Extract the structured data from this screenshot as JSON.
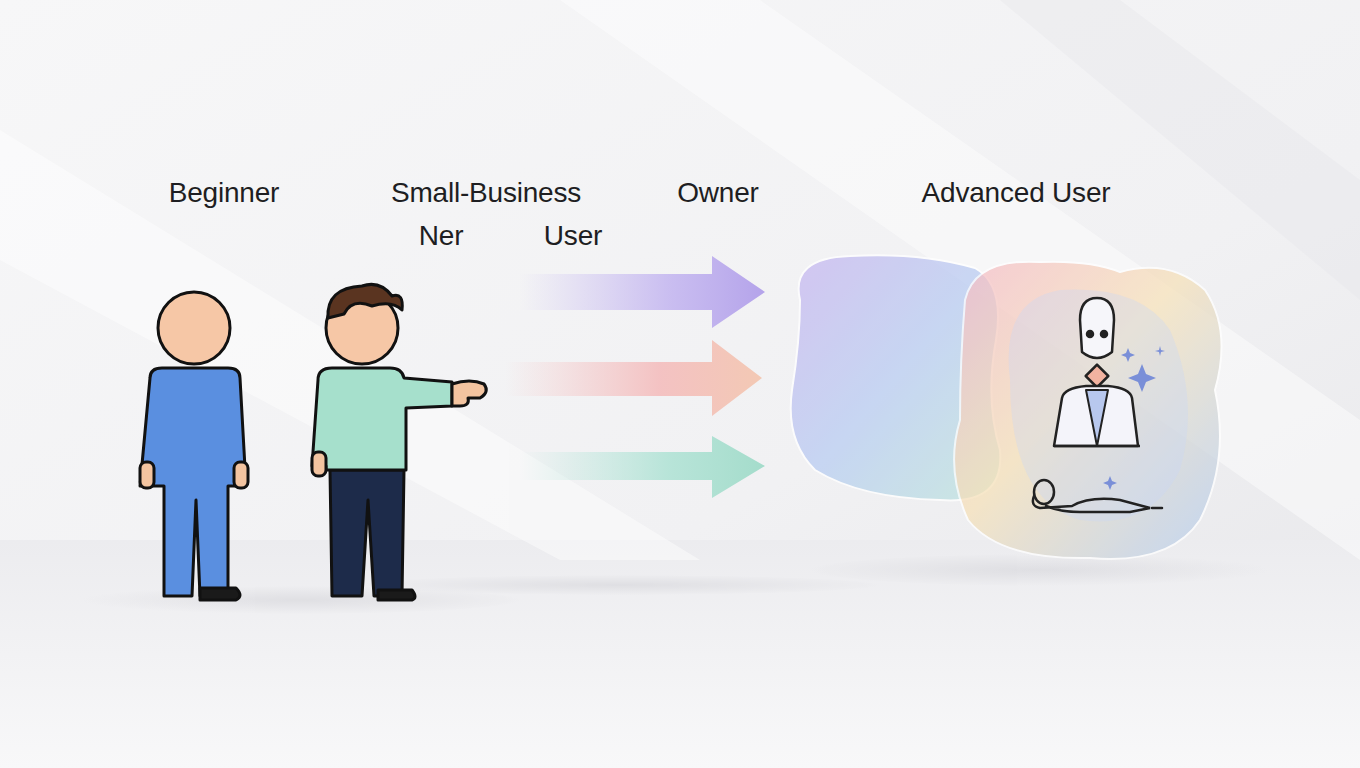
{
  "diagram": {
    "labels": [
      "Beginner",
      "Small-Business",
      "Owner",
      "Advanced User",
      "Ner",
      "User"
    ]
  }
}
